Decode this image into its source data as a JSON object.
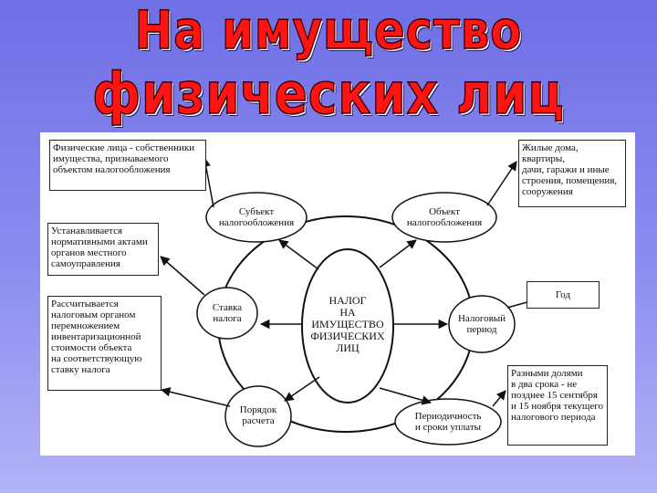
{
  "slide": {
    "title_line1": "На имущество",
    "title_line2": "физических лиц",
    "title_color": "#ff1414",
    "background_color": "#7b7bea"
  },
  "diagram": {
    "center": "НАЛОГ\nНА\nИМУЩЕСТВО\nФИЗИЧЕСКИХ\nЛИЦ",
    "nodes": {
      "subject": "Субъект\nналогообложения",
      "object": "Объект\nналогообложения",
      "rate": "Ставка\nналога",
      "period": "Налоговый\nпериод",
      "order": "Порядок\nрасчета",
      "payment": "Периодичность\nи сроки уплаты"
    },
    "boxes": {
      "subject_desc": "Физические лица - собственники\nимущества, признаваемого\nобъектом налогообложения",
      "object_desc": "Жилые дома, квартиры,\nдачи, гаражи и иные\nстроения, помещения,\nсооружения",
      "rate_desc": "Устанавливается\nнормативными актами\nорганов местного\nсамоуправления",
      "period_desc": "Год",
      "order_desc": "Рассчитывается\nналоговым органом\nперемножением\nинвентаризационной\nстоимости объекта\nна соответствующую\nставку налога",
      "payment_desc": "Разными долями\nв два срока - не\nпозднее 15 сентября\nи 15 ноября текущего\nналогового периода"
    }
  }
}
